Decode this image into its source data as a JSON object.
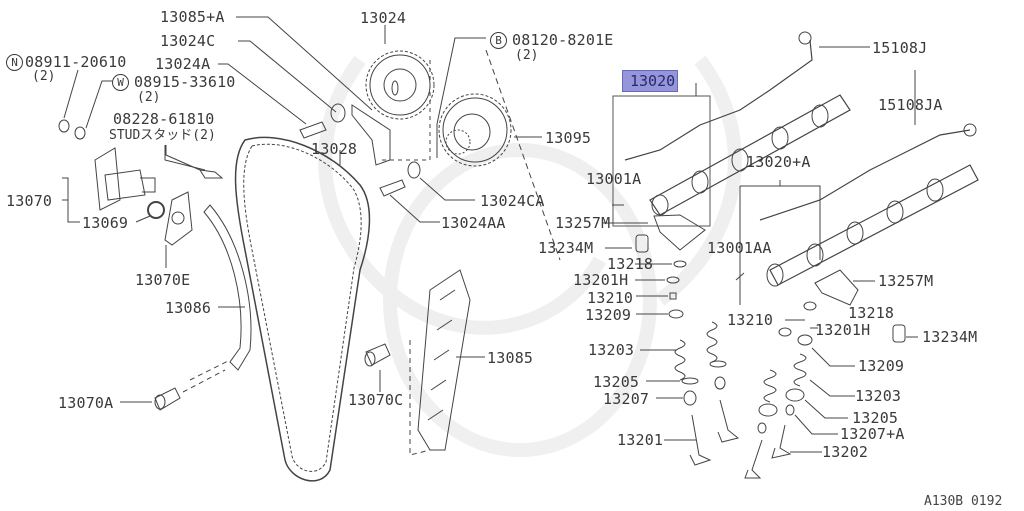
{
  "diagram": {
    "title": "Camshaft & Valve Mechanism / Timing Chain Parts Diagram",
    "figure_code": "A130B 0192",
    "highlight_color": "#8a8ad8",
    "highlighted_part": "13020"
  },
  "callouts": {
    "n_badge": "N",
    "w_badge": "W",
    "b_badge": "B"
  },
  "parts": {
    "p13085A": "13085+A",
    "p13024C": "13024C",
    "p13024A": "13024A",
    "p13024": "13024",
    "p08120": "08120-8201E",
    "p08120_qty": "(2)",
    "p08911": "08911-20610",
    "p08911_qty": "(2)",
    "p08915": "08915-33610",
    "p08915_qty": "(2)",
    "p08228": "08228-61810",
    "p08228_desc": "STUDスタッド(2)",
    "p13028": "13028",
    "p13095": "13095",
    "p13024CA": "13024CA",
    "p13024AA": "13024AA",
    "p13070": "13070",
    "p13069": "13069",
    "p13070E": "13070E",
    "p13086": "13086",
    "p13070A": "13070A",
    "p13070C": "13070C",
    "p13085": "13085",
    "p15108J": "15108J",
    "p15108JA": "15108JA",
    "p13020": "13020",
    "p13020A": "13020+A",
    "p13001A": "13001A",
    "p13001AA": "13001AA",
    "p13257M_l": "13257M",
    "p13234M_l": "13234M",
    "p13218_l": "13218",
    "p13201H_l": "13201H",
    "p13210_l": "13210",
    "p13209_l": "13209",
    "p13203_l": "13203",
    "p13205_l": "13205",
    "p13207": "13207",
    "p13201": "13201",
    "p13257M_r": "13257M",
    "p13218_r": "13218",
    "p13210_r": "13210",
    "p13201H_r": "13201H",
    "p13234M_r": "13234M",
    "p13209_r": "13209",
    "p13203_r": "13203",
    "p13205_r": "13205",
    "p13207A": "13207+A",
    "p13202": "13202"
  }
}
